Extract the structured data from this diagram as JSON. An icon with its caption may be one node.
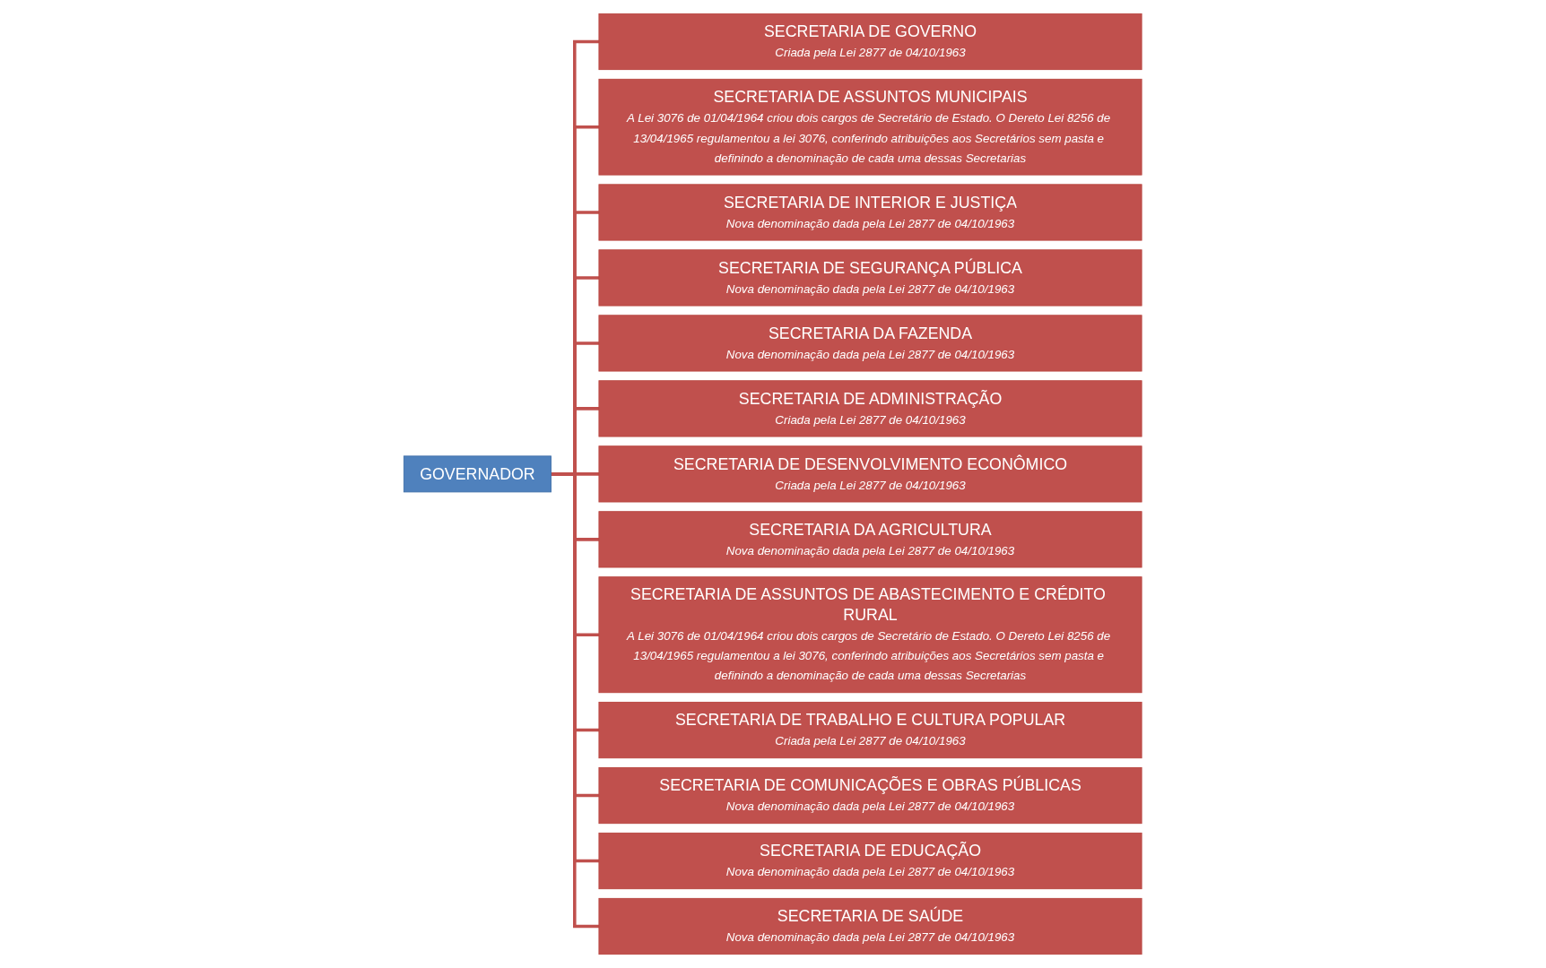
{
  "diagram": {
    "nodes": [
      {
        "text": [
          "GOVERNADOR"
        ]
      },
      {
        "text": [
          "SECRETARIA DE GOVERNO",
          "Criada pela Lei 2877 de 04/10/1963"
        ]
      },
      {
        "text": [
          "SECRETARIA DE ASSUNTOS MUNICIPAIS",
          "A Lei 3076 de 01/04/1964 criou dois cargos de Secretário de Estado. O Dereto Lei 8256 de 13/04/1965 regulamentou a lei 3076, conferindo atribuições aos Secretários sem pasta e definindo a denominação de cada uma dessas Secretarias"
        ]
      },
      {
        "text": [
          "SECRETARIA DE INTERIOR E JUSTIÇA",
          "Nova denominação dada pela Lei 2877 de 04/10/1963"
        ]
      },
      {
        "text": [
          "SECRETARIA DE SEGURANÇA PÚBLICA",
          "Nova denominação dada pela Lei 2877 de 04/10/1963"
        ]
      },
      {
        "text": [
          "SECRETARIA DA FAZENDA",
          "Nova denominação dada pela Lei 2877 de 04/10/1963"
        ]
      },
      {
        "text": [
          "SECRETARIA DE ADMINISTRAÇÃO",
          "Criada pela Lei 2877 de 04/10/1963"
        ]
      },
      {
        "text": [
          "SECRETARIA DE DESENVOLVIMENTO ECONÔMICO",
          "Criada pela Lei 2877 de 04/10/1963"
        ]
      },
      {
        "text": [
          "SECRETARIA DA AGRICULTURA",
          "Nova denominação dada pela Lei 2877 de 04/10/1963"
        ]
      },
      {
        "text": [
          "SECRETARIA DE ASSUNTOS DE ABASTECIMENTO E CRÉDITO RURAL",
          "A Lei 3076 de 01/04/1964 criou dois cargos de Secretário de Estado. O Dereto Lei 8256 de 13/04/1965 regulamentou a lei 3076, conferindo atribuições aos Secretários sem pasta e definindo a denominação de cada uma dessas Secretarias"
        ]
      },
      {
        "text": [
          "SECRETARIA DE TRABALHO E CULTURA POPULAR",
          "Criada pela Lei 2877 de 04/10/1963"
        ]
      },
      {
        "text": [
          "SECRETARIA DE COMUNICAÇÕES E OBRAS PÚBLICAS",
          "Nova denominação dada pela Lei 2877 de 04/10/1963"
        ]
      },
      {
        "text": [
          "SECRETARIA DE EDUCAÇÃO",
          "Nova denominação dada pela Lei 2877 de 04/10/1963"
        ]
      },
      {
        "text": [
          "SECRETARIA DE SAÚDE",
          "Nova denominação dada pela Lei 2877 de 04/10/1963"
        ]
      }
    ],
    "edges": [
      {
        "from": 0,
        "to": 1,
        "arrow": "none"
      },
      {
        "from": 0,
        "to": 2,
        "arrow": "none"
      },
      {
        "from": 0,
        "to": 3,
        "arrow": "none"
      },
      {
        "from": 0,
        "to": 4,
        "arrow": "none"
      },
      {
        "from": 0,
        "to": 5,
        "arrow": "none"
      },
      {
        "from": 0,
        "to": 6,
        "arrow": "none"
      },
      {
        "from": 0,
        "to": 7,
        "arrow": "none"
      },
      {
        "from": 0,
        "to": 8,
        "arrow": "none"
      },
      {
        "from": 0,
        "to": 9,
        "arrow": "none"
      },
      {
        "from": 0,
        "to": 10,
        "arrow": "none"
      },
      {
        "from": 0,
        "to": 11,
        "arrow": "none"
      },
      {
        "from": 0,
        "to": 12,
        "arrow": "none"
      },
      {
        "from": 0,
        "to": 13,
        "arrow": "none"
      }
    ]
  }
}
